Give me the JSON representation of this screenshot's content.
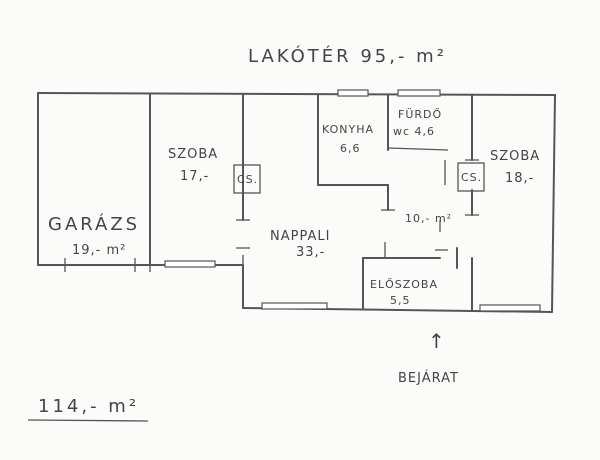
{
  "title": "LAKÓTÉR 95,- m²",
  "total": "114,- m²",
  "entrance": "BEJÁRAT",
  "entrance_arrow": "↑",
  "rooms": {
    "garazs": {
      "name": "GARÁZS",
      "area": "19,- m²"
    },
    "szoba1": {
      "name": "SZOBA",
      "area": "17,-"
    },
    "konyha": {
      "name": "KONYHA",
      "area": "6,6"
    },
    "furdo": {
      "name": "FÜRDŐ",
      "area": "wc 4,6"
    },
    "szoba2": {
      "name": "SZOBA",
      "area": "18,-"
    },
    "nappali": {
      "name": "NAPPALI",
      "area": "33,-"
    },
    "eloszoba": {
      "name": "ELŐSZOBA",
      "area": "5,5"
    },
    "hall": {
      "area": "10,- m²"
    }
  },
  "stoves": [
    "CS.",
    "CS."
  ]
}
